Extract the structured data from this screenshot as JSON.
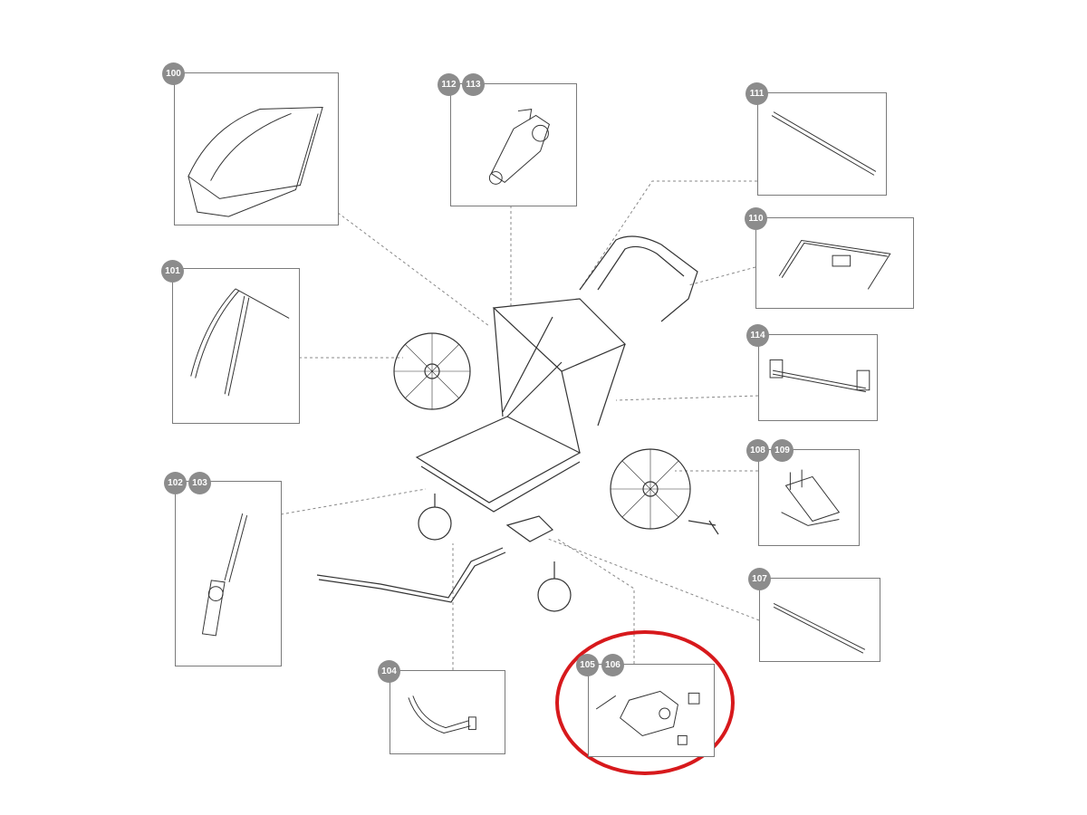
{
  "diagram": {
    "title": "Exploded parts diagram",
    "parts": {
      "p100": "100",
      "p101": "101",
      "p102": "102",
      "p103": "103",
      "p104": "104",
      "p105": "105",
      "p106": "106",
      "p107": "107",
      "p108": "108",
      "p109": "109",
      "p110": "110",
      "p111": "111",
      "p112": "112",
      "p113": "113",
      "p114": "114"
    },
    "highlight_color": "#d7191c",
    "badge_color": "#8c8c8c",
    "highlighted_group": "105-106"
  }
}
